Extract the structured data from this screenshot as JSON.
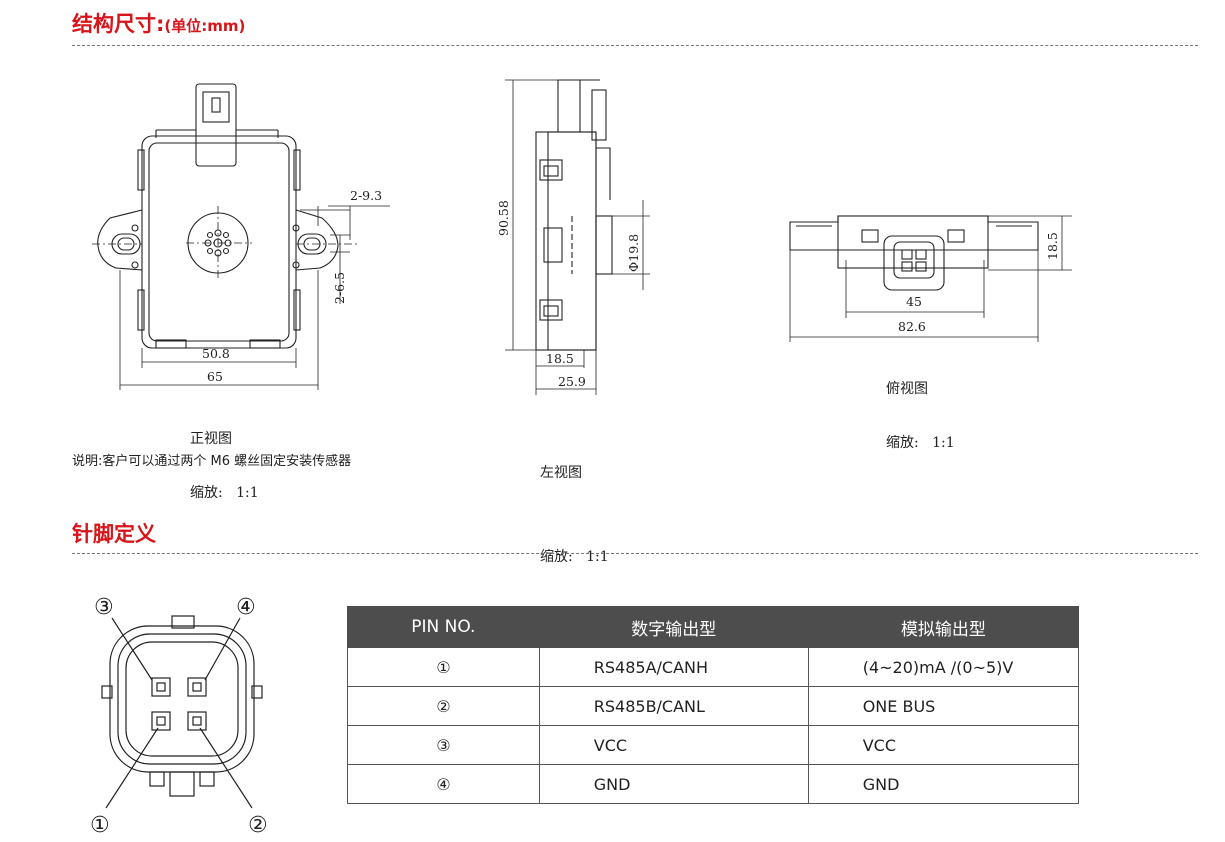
{
  "structure": {
    "title": "结构尺寸:",
    "unit": "(单位:mm)"
  },
  "front_view": {
    "caption": "正视图",
    "scale_label": "缩放:",
    "scale_value": "1:1",
    "dims": {
      "hole_spec": "2-9.3",
      "slot_spec": "2-6.5",
      "inner_width": "50.8",
      "outer_width": "65"
    }
  },
  "left_view": {
    "caption": "左视图",
    "scale_label": "缩放:",
    "scale_value": "1:1",
    "dims": {
      "height": "90.58",
      "port_dia": "Φ19.8",
      "depth_inner": "18.5",
      "depth_outer": "25.9"
    }
  },
  "top_view": {
    "caption": "俯视图",
    "scale_label": "缩放:",
    "scale_value": "1:1",
    "dims": {
      "height": "18.5",
      "connector_width": "45",
      "overall_width": "82.6"
    }
  },
  "note": "说明:客户可以通过两个 M6 螺丝固定安装传感器",
  "pins": {
    "title": "针脚定义",
    "diagram_labels": [
      "③",
      "④",
      "①",
      "②"
    ],
    "headers": [
      "PIN NO.",
      "数字输出型",
      "模拟输出型"
    ],
    "rows": [
      [
        "①",
        "RS485A/CANH",
        "(4~20)mA /(0~5)V"
      ],
      [
        "②",
        "RS485B/CANL",
        "ONE BUS"
      ],
      [
        "③",
        "VCC",
        "VCC"
      ],
      [
        "④",
        "GND",
        "GND"
      ]
    ]
  }
}
